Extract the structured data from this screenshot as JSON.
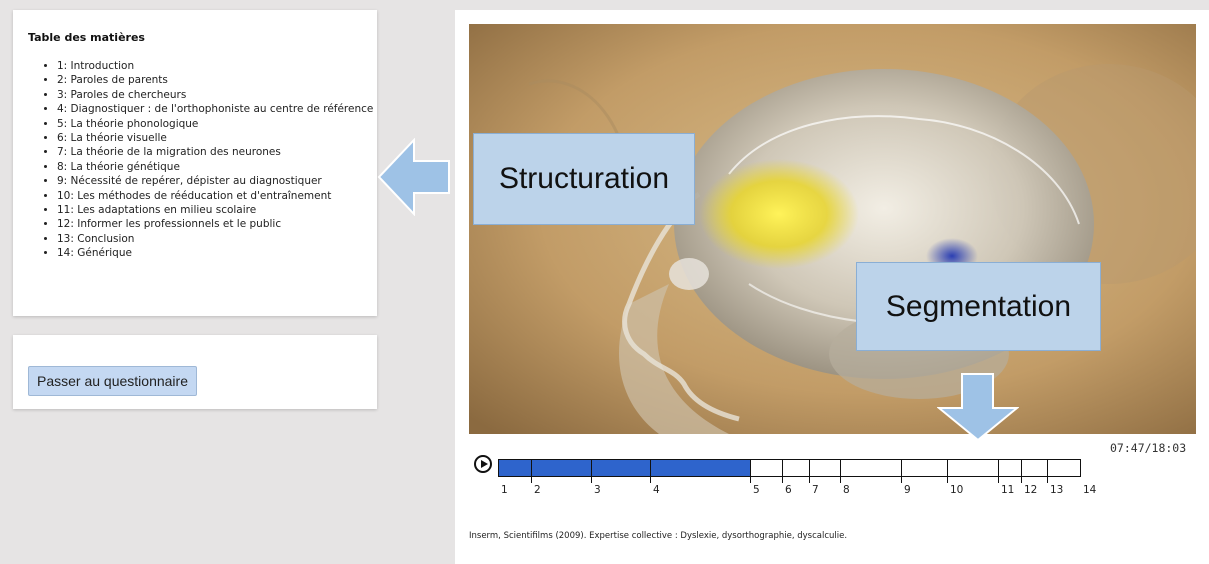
{
  "toc": {
    "title": "Table des matières",
    "items": [
      "1: Introduction",
      "2: Paroles de parents",
      "3: Paroles de chercheurs",
      "4: Diagnostiquer : de l'orthophoniste au centre de référence",
      "5: La théorie phonologique",
      "6: La théorie visuelle",
      "7: La théorie de la migration des neurones",
      "8: La théorie génétique",
      "9: Nécessité de repérer, dépister au diagnostiquer",
      "10: Les méthodes de rééducation et d'entraînement",
      "11: Les adaptations en milieu scolaire",
      "12: Informer les professionnels et le public",
      "13: Conclusion",
      "14: Générique"
    ]
  },
  "quiz_button": "Passer au questionnaire",
  "annotations": {
    "structuration": "Structuration",
    "segmentation": "Segmentation"
  },
  "player": {
    "time": "07:47/18:03",
    "progress_fraction": 0.431,
    "chapters": [
      "1",
      "2",
      "3",
      "4",
      "5",
      "6",
      "7",
      "8",
      "9",
      "10",
      "11",
      "12",
      "13",
      "14"
    ]
  },
  "credit": "Inserm, Scientifilms (2009). Expertise collective : Dyslexie, dysorthographie, dyscalculie.",
  "colors": {
    "progress": "#2e64cc",
    "callout_fill": "#bcd3ea",
    "arrow_fill": "#9ec2e6",
    "quiz_button": "#c4d8f2"
  },
  "icons": {
    "play": "play-circle-icon",
    "left_arrow": "arrow-left-icon",
    "down_arrow": "arrow-down-icon"
  }
}
